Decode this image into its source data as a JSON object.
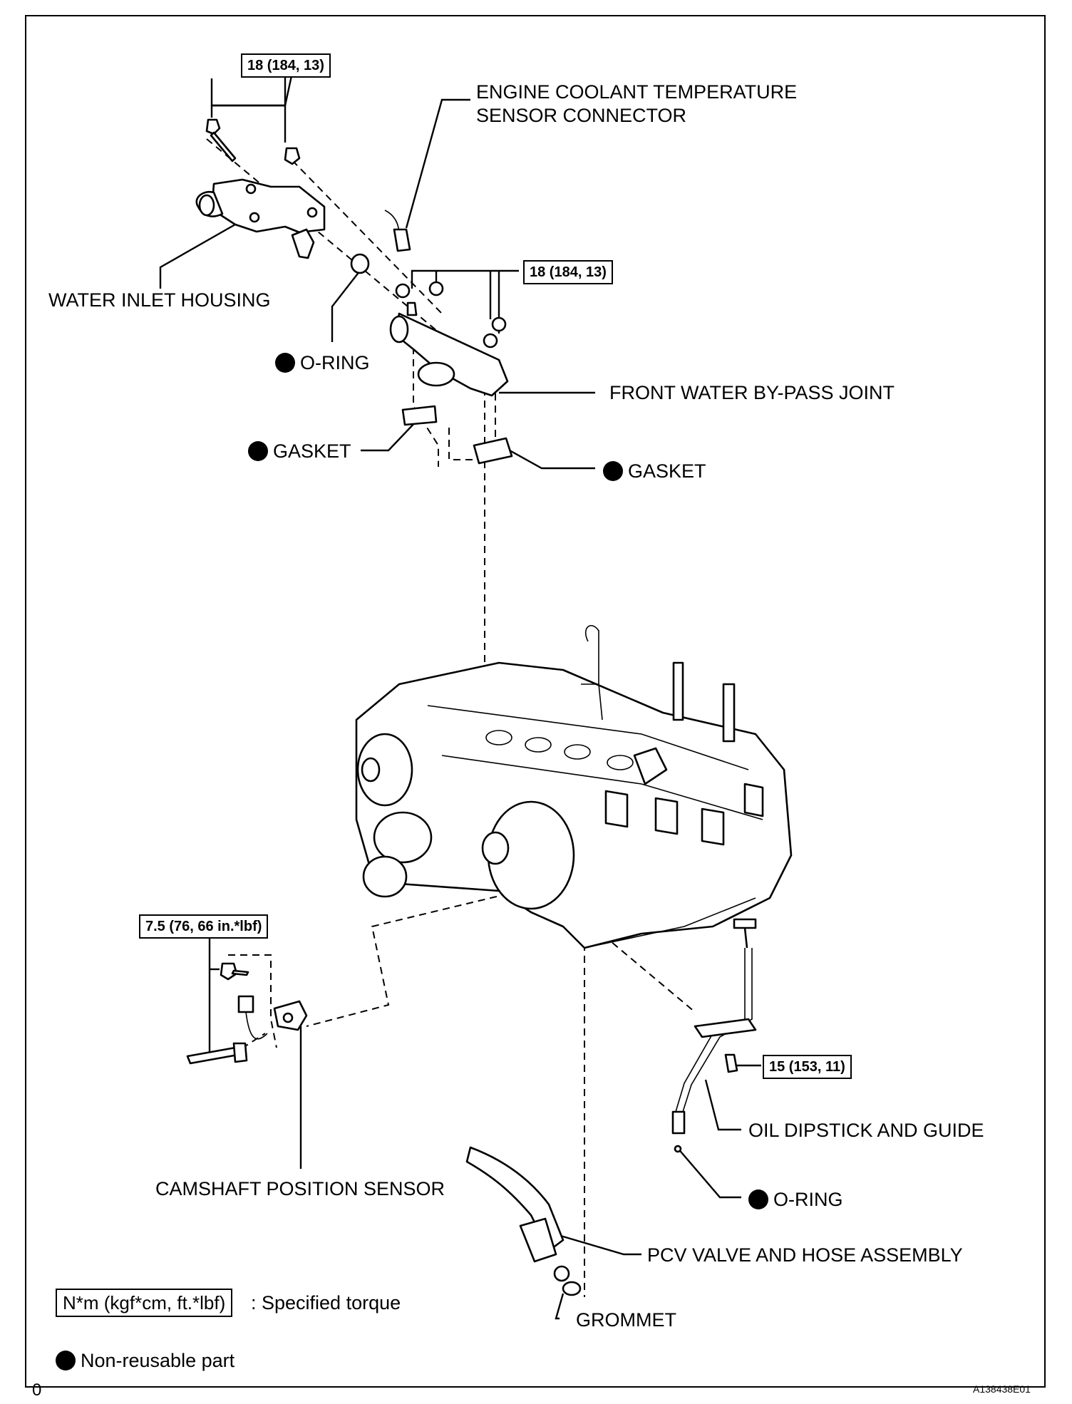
{
  "diagram": {
    "torque_specs": {
      "water_inlet_bolts": "18 (184, 13)",
      "bypass_joint_nuts": "18 (184, 13)",
      "camshaft_sensor_bolt": "7.5 (76, 66 in.*lbf)",
      "dipstick_guide_bolt": "15 (153, 11)"
    },
    "labels": {
      "ect_connector_line1": "ENGINE COOLANT TEMPERATURE",
      "ect_connector_line2": "SENSOR CONNECTOR",
      "water_inlet_housing": "WATER INLET HOUSING",
      "o_ring_upper": "O-RING",
      "front_bypass_joint": "FRONT WATER BY-PASS JOINT",
      "gasket_left": "GASKET",
      "gasket_right": "GASKET",
      "camshaft_position_sensor": "CAMSHAFT POSITION SENSOR",
      "oil_dipstick_and_guide": "OIL DIPSTICK AND GUIDE",
      "o_ring_lower": "O-RING",
      "pcv_valve_hose": "PCV VALVE AND HOSE ASSEMBLY",
      "grommet": "GROMMET"
    },
    "legend": {
      "torque_unit_box": "N*m (kgf*cm, ft.*lbf)",
      "torque_text": ": Specified torque",
      "non_reusable_text": "Non-reusable part"
    },
    "page_number": "0",
    "figure_code": "A138438E01"
  }
}
